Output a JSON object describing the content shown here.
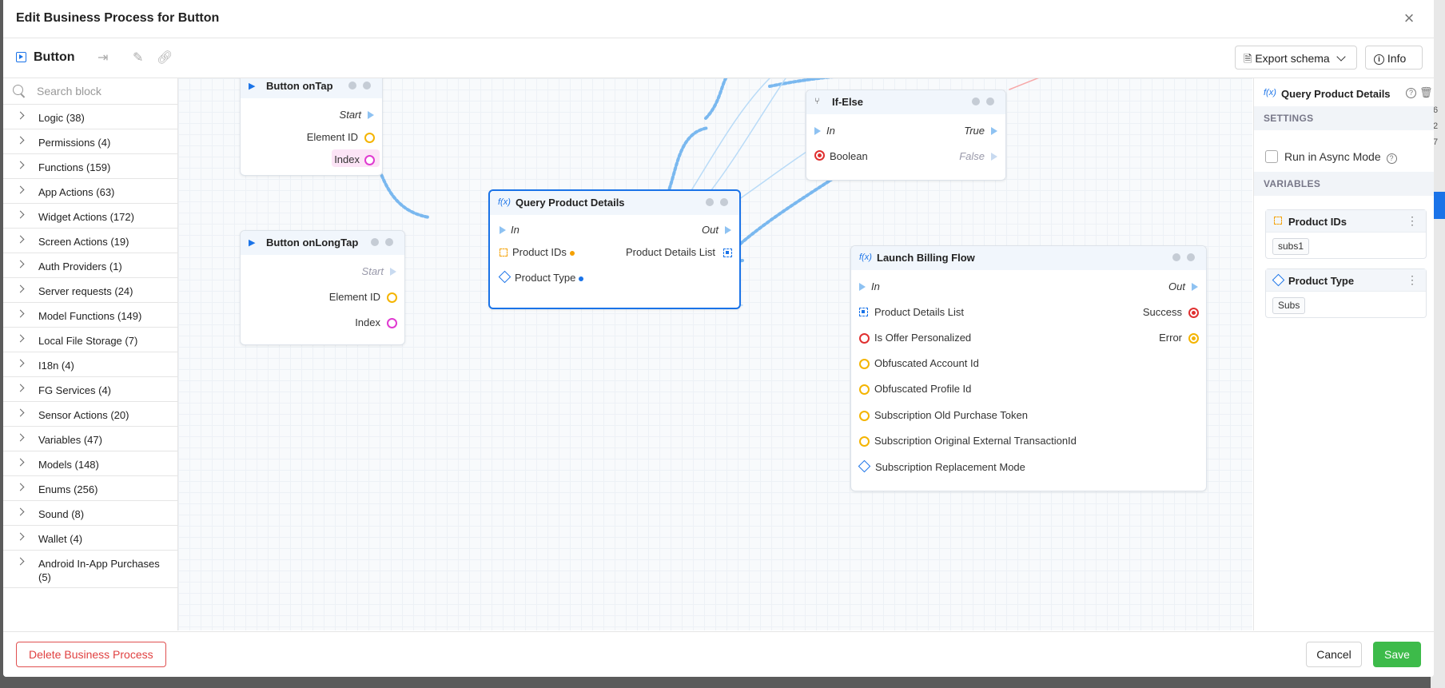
{
  "modal": {
    "title": "Edit Business Process for Button",
    "close_glyph": "×"
  },
  "toolbar": {
    "component_name": "Button",
    "export_label": "Export schema",
    "info_label": "Info"
  },
  "sidebar": {
    "search_placeholder": "Search block",
    "categories": [
      "Logic (38)",
      "Permissions (4)",
      "Functions (159)",
      "App Actions (63)",
      "Widget Actions (172)",
      "Screen Actions (19)",
      "Auth Providers (1)",
      "Server requests (24)",
      "Model Functions (149)",
      "Local File Storage (7)",
      "I18n (4)",
      "FG Services (4)",
      "Sensor Actions (20)",
      "Variables (47)",
      "Models (148)",
      "Enums (256)",
      "Sound (8)",
      "Wallet (4)",
      "Android In-App Purchases (5)"
    ]
  },
  "nodes": {
    "on_tap": {
      "title": "Button onTap",
      "start": "Start",
      "element_id": "Element ID",
      "index": "Index"
    },
    "on_long_tap": {
      "title": "Button onLongTap",
      "start": "Start",
      "element_id": "Element ID",
      "index": "Index"
    },
    "query": {
      "title": "Query Product Details",
      "in": "In",
      "out": "Out",
      "product_ids": "Product IDs",
      "product_details_list": "Product Details List",
      "product_type": "Product Type"
    },
    "if_else": {
      "title": "If-Else",
      "in": "In",
      "true": "True",
      "boolean": "Boolean",
      "false": "False"
    },
    "billing": {
      "title": "Launch Billing Flow",
      "in": "In",
      "out": "Out",
      "product_details_list": "Product Details List",
      "success": "Success",
      "is_offer_personalized": "Is Offer Personalized",
      "error": "Error",
      "obfuscated_account_id": "Obfuscated Account Id",
      "obfuscated_profile_id": "Obfuscated Profile Id",
      "sub_old_token": "Subscription Old Purchase Token",
      "sub_original_tx": "Subscription Original External TransactionId",
      "sub_replacement_mode": "Subscription Replacement Mode"
    }
  },
  "properties": {
    "title": "Query Product Details",
    "settings_header": "SETTINGS",
    "async_label": "Run in Async Mode",
    "variables_header": "VARIABLES",
    "variables": [
      {
        "name": "Product IDs",
        "value": "subs1"
      },
      {
        "name": "Product Type",
        "value": "Subs"
      }
    ]
  },
  "background": {
    "strip_numbers": [
      "6",
      "2",
      "7"
    ]
  },
  "footer": {
    "delete_label": "Delete Business Process",
    "cancel_label": "Cancel",
    "save_label": "Save"
  },
  "colors": {
    "accent": "#1a73e8",
    "save": "#3dbb4a",
    "delete": "#e04040",
    "wire": "#8ec2f2"
  }
}
